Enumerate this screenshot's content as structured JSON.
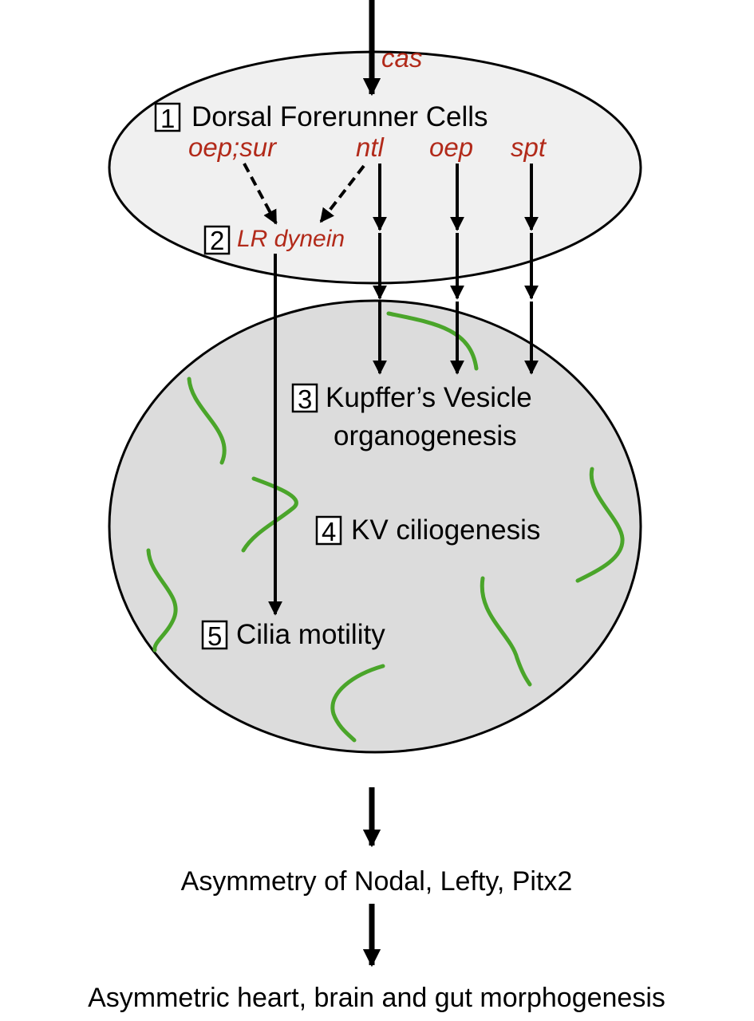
{
  "colors": {
    "gene_text": "#b22a1a",
    "cilia": "#4aa52a",
    "upper_oval_fill": "#f0f0f0",
    "lower_oval_fill": "#dcdcdc",
    "outline": "#000000"
  },
  "genes": {
    "cas": "cas",
    "oep_sur": "oep;sur",
    "ntl": "ntl",
    "oep": "oep",
    "spt": "spt",
    "lr_dynein": "LR dynein"
  },
  "steps": [
    {
      "number": "1",
      "label": "Dorsal Forerunner Cells"
    },
    {
      "number": "2",
      "label": ""
    },
    {
      "number": "3",
      "label_line1": "Kupffer’s Vesicle",
      "label_line2": "organogenesis"
    },
    {
      "number": "4",
      "label": "KV ciliogenesis"
    },
    {
      "number": "5",
      "label": "Cilia motility"
    }
  ],
  "outcomes": {
    "asymmetry": "Asymmetry of Nodal, Lefty, Pitx2",
    "morphogenesis": "Asymmetric heart, brain and gut morphogenesis"
  }
}
